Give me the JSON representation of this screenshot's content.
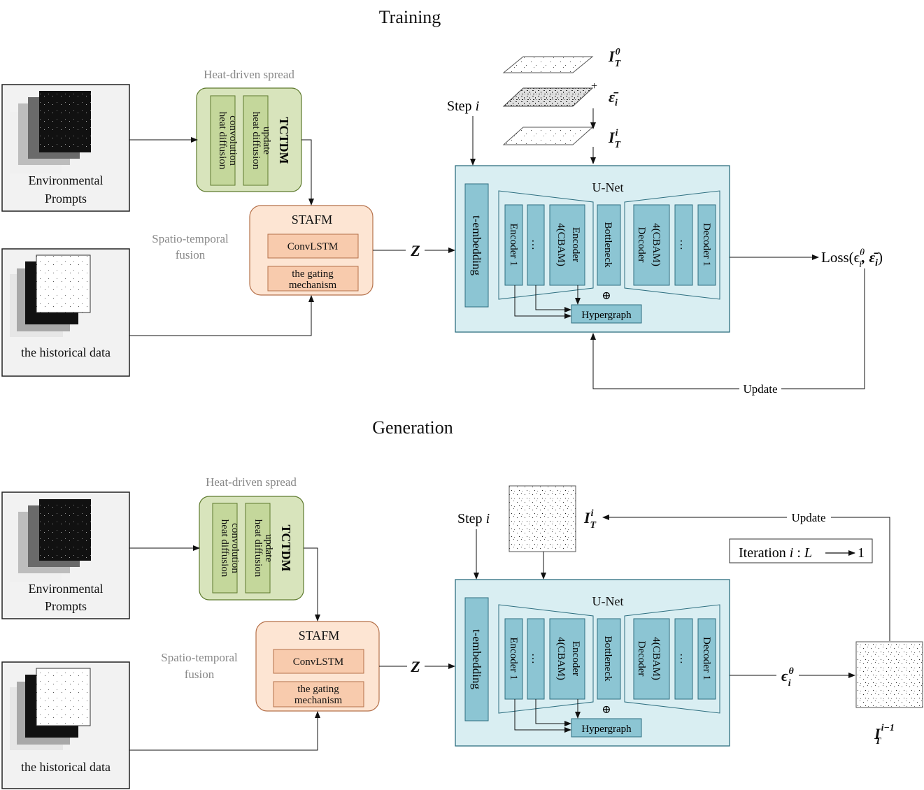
{
  "sections": {
    "training": {
      "title": "Training"
    },
    "generation": {
      "title": "Generation"
    }
  },
  "inputs": {
    "env_label_1": "Environmental",
    "env_label_2": "Prompts",
    "hist_label": "the historical data"
  },
  "heat": {
    "caption": "Heat-driven spread",
    "module": "TCTDM",
    "col1": [
      "heat diffusion",
      "convolution"
    ],
    "col2": [
      "heat diffusion",
      "update"
    ]
  },
  "fusion": {
    "caption_1": "Spatio-temporal",
    "caption_2": "fusion",
    "module": "STAFM",
    "box1": "ConvLSTM",
    "box2_1": "the gating",
    "box2_2": "mechanism"
  },
  "z_symbol": "Z",
  "unet": {
    "title": "U-Net",
    "t_embedding": "t-embedding",
    "encoder1": "Encoder 1",
    "dots": "…",
    "encoder4_1": "Encoder",
    "encoder4_2": "4(CBAM)",
    "bottleneck": "Bottleneck",
    "decoder4_1": "Decoder",
    "decoder4_2": "4(CBAM)",
    "decoder1": "Decoder 1",
    "oplus": "⊕",
    "hypergraph": "Hypergraph"
  },
  "training": {
    "step": "Step",
    "step_var": "i",
    "plus": "+",
    "i0_label": "I",
    "i0_sup": "0",
    "i0_sub": "T",
    "eps_label": "ε̄",
    "eps_sub": "i",
    "ii_label": "I",
    "ii_sup": "i",
    "ii_sub": "T",
    "loss": "Loss(ϵ",
    "loss_sup": "θ",
    "loss_sub": "i",
    "loss_rest": ", ε̄",
    "loss_rest_sub": "i",
    "loss_close": ")",
    "update": "Update"
  },
  "generation": {
    "step": "Step",
    "step_var": "i",
    "ii_label": "I",
    "ii_sup": "i",
    "ii_sub": "T",
    "update": "Update",
    "iteration_1": "Iteration",
    "iteration_var": "i",
    "iteration_2": ":",
    "iteration_L": "L",
    "iteration_end": "1",
    "eps_out": "ϵ",
    "eps_out_sup": "θ",
    "eps_out_sub": "i",
    "out_label": "I",
    "out_sup": "i−1",
    "out_sub": "T"
  },
  "colors": {
    "green_fill": "#d8e4bc",
    "green_stroke": "#5e7a2e",
    "orange_fill": "#fde5d3",
    "orange_stroke": "#b5714a",
    "orange_box": "#f8cbad",
    "unet_bg": "#d9eef2",
    "unet_block": "#8cc5d3",
    "unet_stroke": "#2e6f80"
  }
}
